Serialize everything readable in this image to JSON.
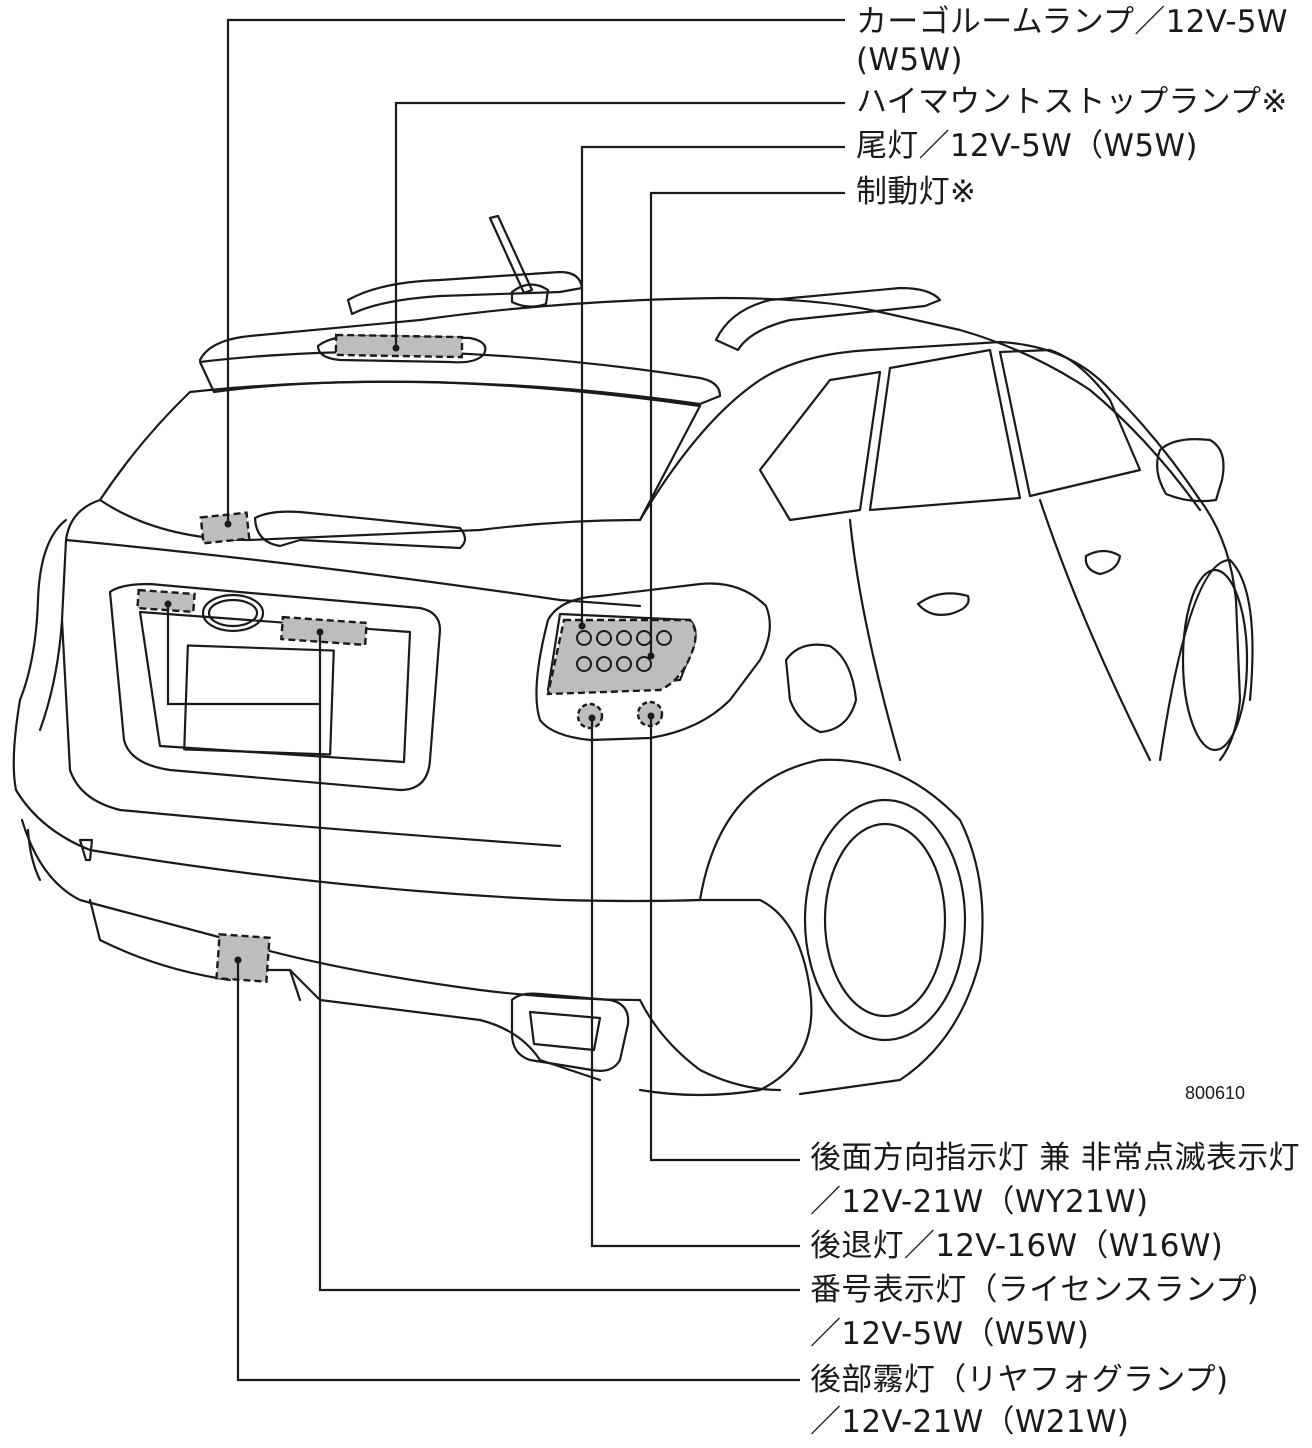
{
  "figure_code": "800610",
  "callouts": [
    {
      "id": "cargo-room-lamp",
      "lines": [
        "カーゴルームランプ／12V-5W",
        "(W5W)"
      ]
    },
    {
      "id": "high-mount-stop-lamp",
      "lines": [
        "ハイマウントストップランプ※"
      ]
    },
    {
      "id": "tail-lamp",
      "lines": [
        "尾灯／12V-5W（W5W)"
      ]
    },
    {
      "id": "brake-lamp",
      "lines": [
        "制動灯※"
      ]
    },
    {
      "id": "rear-turn-signal",
      "lines": [
        "後面方向指示灯 兼 非常点滅表示灯",
        "／12V-21W（WY21W)"
      ]
    },
    {
      "id": "backup-lamp",
      "lines": [
        "後退灯／12V-16W（W16W)"
      ]
    },
    {
      "id": "license-lamp",
      "lines": [
        "番号表示灯（ライセンスランプ)",
        "／12V-5W（W5W)"
      ]
    },
    {
      "id": "rear-fog-lamp",
      "lines": [
        "後部霧灯（リヤフォグランプ)",
        "／12V-21W（W21W)"
      ]
    }
  ],
  "colors": {
    "line": "#1a1a1a",
    "lamp_fill": "#bdbdbd",
    "background": "#ffffff"
  }
}
